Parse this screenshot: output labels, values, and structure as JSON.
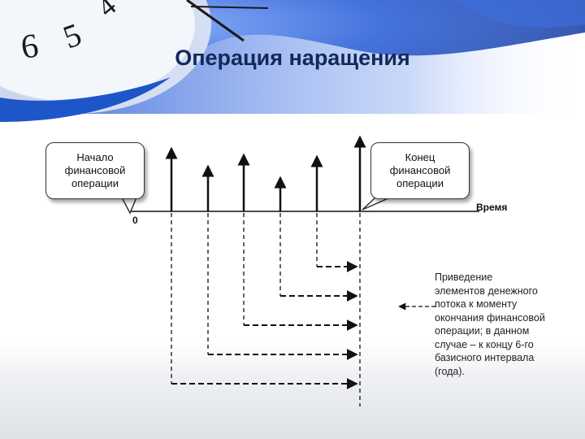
{
  "slide": {
    "title": "Операция наращения",
    "callout_start": "Начало\nфинансовой\nоперации",
    "callout_end": "Конец\nфинансовой\nоперации",
    "axis_origin": "0",
    "axis_label": "Время",
    "note": "Приведение\nэлементов денежного\nпотока к моменту\nокончания финансовой\nоперации; в данном\nслучае – к концу 6-го\nбазисного интервала\n(года).",
    "decor_digits": [
      "6",
      "5",
      "4"
    ]
  },
  "colors": {
    "title": "#14285a",
    "accent_blue": "#1d56c9"
  }
}
